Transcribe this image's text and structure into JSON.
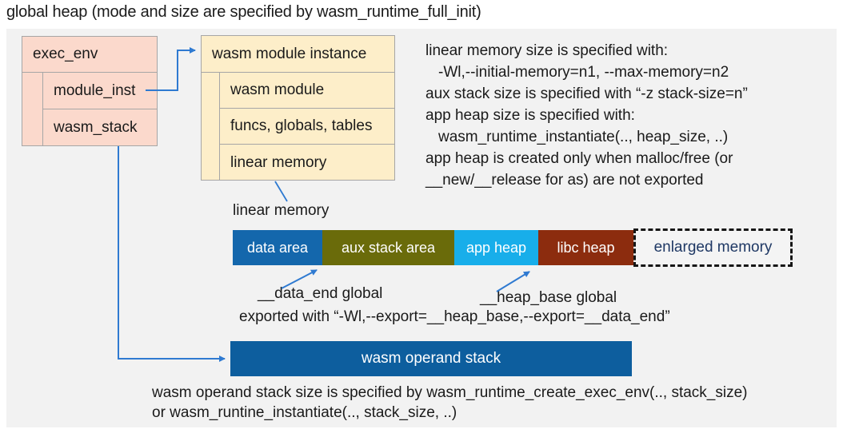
{
  "title": "global heap (mode and size are specified by wasm_runtime_full_init)",
  "exec_env": {
    "header": "exec_env",
    "rows": [
      "module_inst",
      "wasm_stack"
    ]
  },
  "module_instance": {
    "header": "wasm module instance",
    "rows": [
      "wasm module",
      "funcs, globals, tables",
      "linear memory"
    ]
  },
  "notes": {
    "lines": [
      "linear memory size is specified with:",
      "-Wl,--initial-memory=n1, --max-memory=n2",
      "aux stack size is specified with “-z stack-size=n”",
      "app heap size is specified with:",
      "wasm_runtime_instantiate(.., heap_size, ..)",
      "app heap is created only when malloc/free (or",
      "__new/__release for as) are not exported"
    ]
  },
  "linear_memory": {
    "label": "linear memory",
    "segments": [
      {
        "label": "data area",
        "color": "#1467ac"
      },
      {
        "label": "aux stack area",
        "color": "#6a6b0a"
      },
      {
        "label": "app heap",
        "color": "#18aeea"
      },
      {
        "label": "libc heap",
        "color": "#8c2c0e"
      },
      {
        "label": "enlarged memory",
        "color": "#f4f4f4",
        "text_color": "#1f3864",
        "style": "dashed"
      }
    ]
  },
  "annotations": {
    "data_end": "__data_end global",
    "heap_base": "__heap_base global",
    "exported": "exported with “-Wl,--export=__heap_base,--export=__data_end”"
  },
  "operand_stack": {
    "label": "wasm operand stack",
    "color": "#0d5e9e"
  },
  "footer": {
    "lines": [
      "wasm operand stack size is specified by wasm_runtime_create_exec_env(.., stack_size)",
      "or wasm_runtine_instantiate(.., stack_size, ..)"
    ]
  },
  "colors": {
    "panel_bg": "#f2f2f2",
    "exec_env_fill": "#fbd9cc",
    "module_instance_fill": "#fdeec9",
    "box_border": "#a6a6a6",
    "arrow_blue": "#2f7ad1",
    "text_dark": "#1a1a1a",
    "enlarged_text": "#1f3864"
  }
}
